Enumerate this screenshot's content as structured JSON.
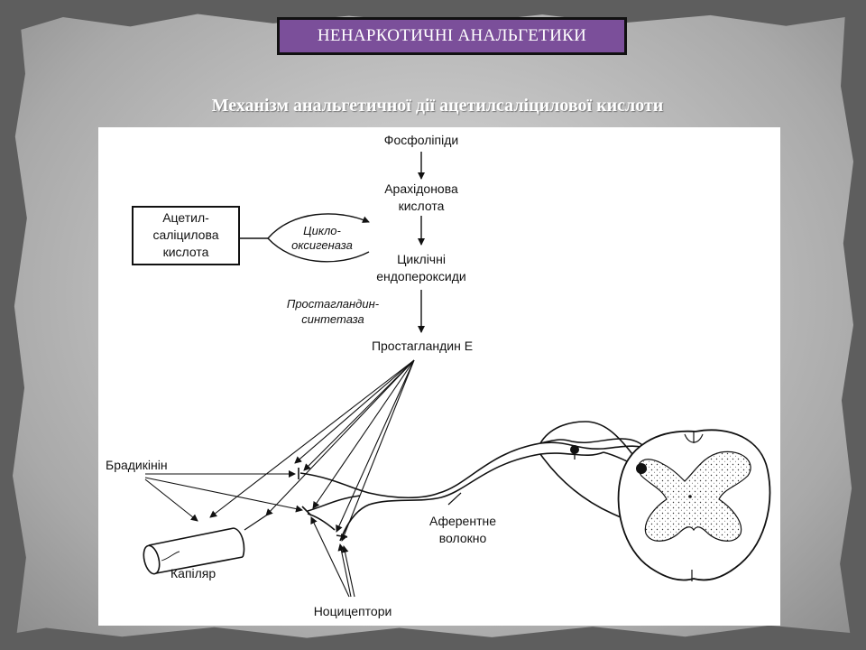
{
  "slide": {
    "title": "НЕНАРКОТИЧНІ АНАЛЬГЕТИКИ",
    "subtitle": "Механізм анальгетичної дії ацетилсаліцилової кислоти"
  },
  "diagram": {
    "labels": {
      "phospholipids": "Фосфоліпіди",
      "arachidonic_1": "Арахідонова",
      "arachidonic_2": "кислота",
      "drug_1": "Ацетил-",
      "drug_2": "саліцилова",
      "drug_3": "кислота",
      "enzyme_cox_1": "Цикло-",
      "enzyme_cox_2": "оксигеназа",
      "endoperox_1": "Циклічні",
      "endoperox_2": "ендопероксиди",
      "enzyme_pgs_1": "Простагландин-",
      "enzyme_pgs_2": "синтетаза",
      "prostaglandin": "Простагландин Е",
      "bradykinin": "Брадикінін",
      "capillary": "Капіляр",
      "afferent_1": "Аферентне",
      "afferent_2": "волокно",
      "nociceptors": "Ноцицептори"
    }
  }
}
